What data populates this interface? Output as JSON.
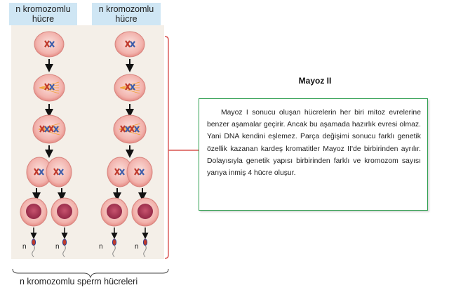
{
  "columns": [
    {
      "label": "n kromozomlu\nhücre"
    },
    {
      "label": "n kromozomlu\nhücre"
    }
  ],
  "title": "Mayoz II",
  "description": "Mayoz I sonucu oluşan hücrelerin her biri mitoz evrelerine benzer aşamalar geçirir. Ancak bu aşamada hazırlık evresi olmaz. Yani DNA kendini eşlemez. Parça değişimi sonucu farklı genetik özellik kazanan kardeş kromatitler Mayoz II'de birbirinden ayrılır. Dolayısıyla genetik yapısı birbirinden farklı ve kromozom sayısı yarıya inmiş 4 hücre oluşur.",
  "sperm_label": "n",
  "bottom_label": "n kromozomlu sperm hücreleri",
  "colors": {
    "label_bg": "#cfe6f4",
    "cell_fill": "#f2b3ad",
    "bracket": "#d9534f",
    "connector": "#d9534f",
    "textbox_border": "#2e9e4f"
  }
}
